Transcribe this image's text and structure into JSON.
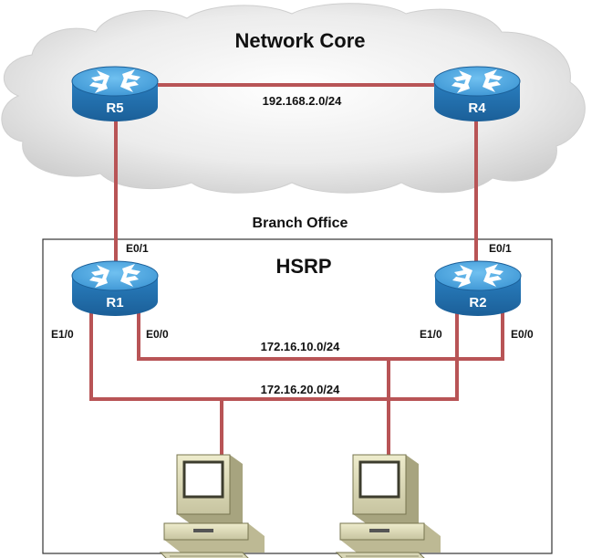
{
  "title": "Network Core",
  "branch_label": "Branch Office",
  "hsrp_label": "HSRP",
  "colors": {
    "link": "#b85456",
    "router": "#2f86c4",
    "cloud": "#dcdcdc"
  },
  "routers": {
    "r5": "R5",
    "r4": "R4",
    "r1": "R1",
    "r2": "R2"
  },
  "networks": {
    "core": "192.168.2.0/24",
    "lan10": "172.16.10.0/24",
    "lan20": "172.16.20.0/24"
  },
  "ports": {
    "r1_e01": "E0/1",
    "r1_e10": "E1/0",
    "r1_e00": "E0/0",
    "r2_e01": "E0/1",
    "r2_e10": "E1/0",
    "r2_e00": "E0/0"
  },
  "hosts": [
    "workstation",
    "workstation"
  ]
}
